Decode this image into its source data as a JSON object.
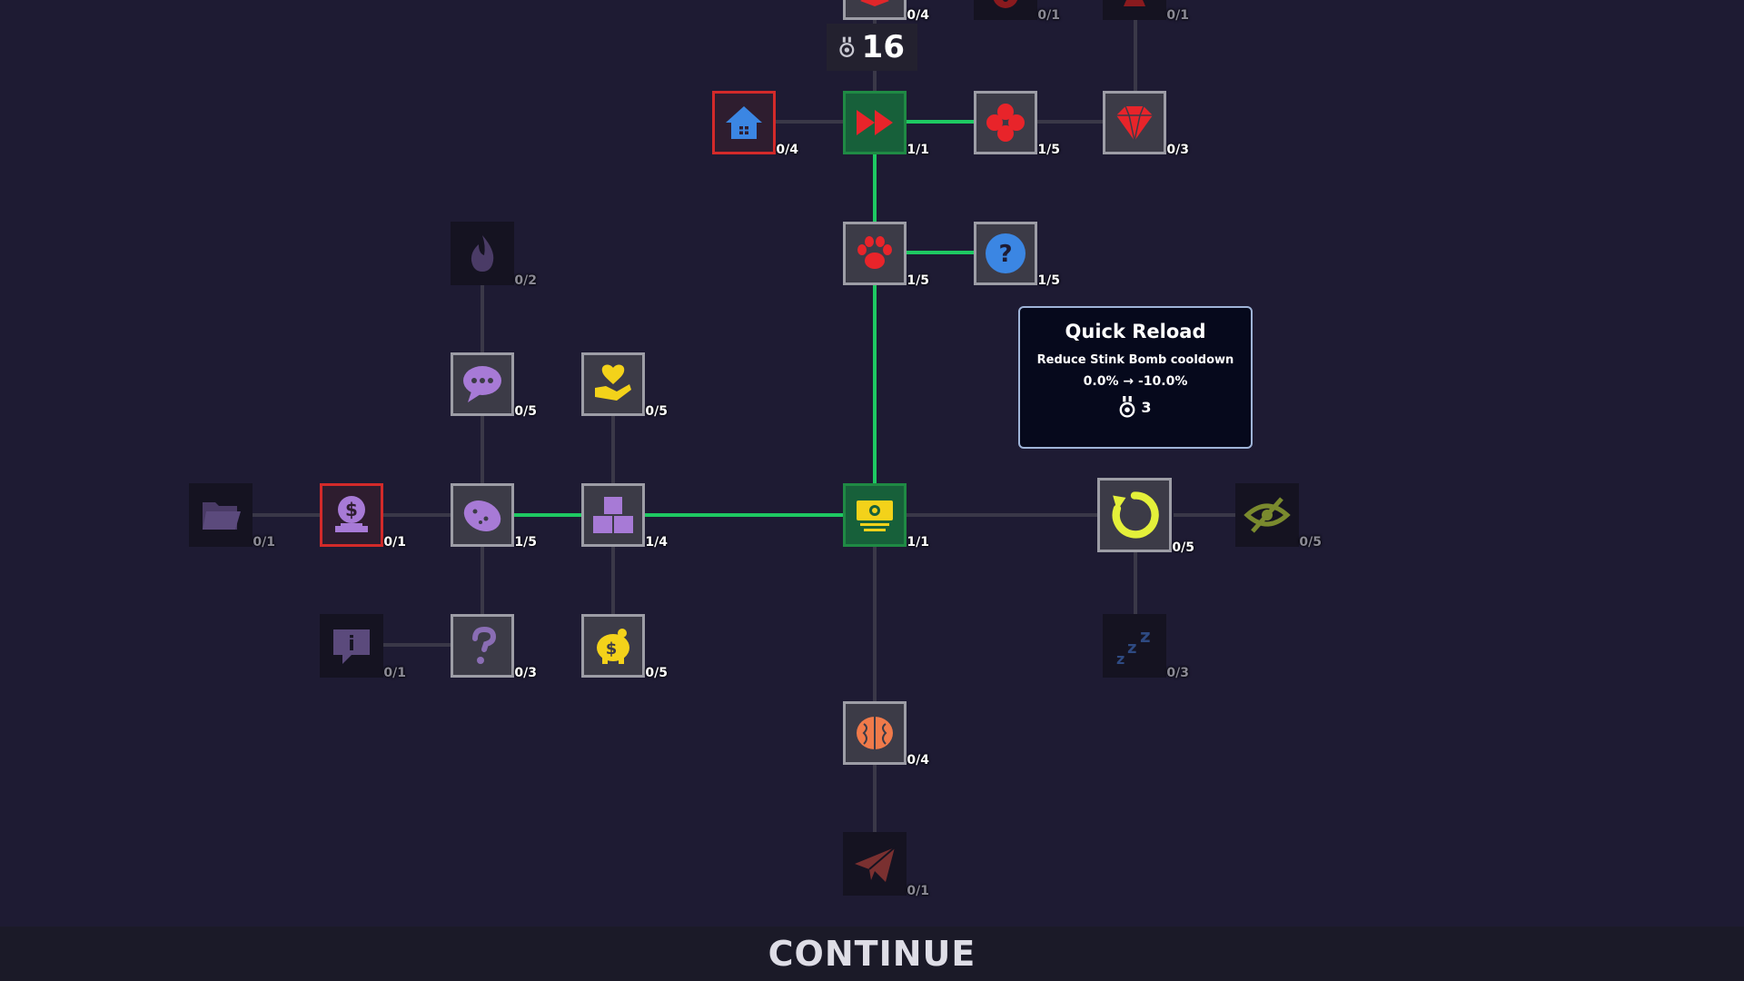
{
  "points": {
    "value": "16",
    "icon": "medal-icon"
  },
  "tooltip": {
    "title": "Quick Reload",
    "description": "Reduce Stink Bomb cooldown",
    "value": "0.0% → -10.0%",
    "cost": "3"
  },
  "continue_label": "CONTINUE",
  "nodes": {
    "top_partial_1": {
      "count": "0/4",
      "icon": "red-partial-icon"
    },
    "top_partial_2": {
      "count": "0/1",
      "icon": "red-partial-icon"
    },
    "top_partial_3": {
      "count": "0/1",
      "icon": "red-partial-icon"
    },
    "house": {
      "count": "0/4",
      "icon": "house-icon"
    },
    "fast_forward": {
      "count": "1/1",
      "icon": "fast-forward-icon"
    },
    "clover": {
      "count": "1/5",
      "icon": "clover-icon"
    },
    "gem": {
      "count": "0/3",
      "icon": "gem-icon"
    },
    "fire": {
      "count": "0/2",
      "icon": "fire-icon"
    },
    "paw": {
      "count": "1/5",
      "icon": "paw-icon"
    },
    "question": {
      "count": "1/5",
      "icon": "question-icon"
    },
    "chat": {
      "count": "0/5",
      "icon": "chat-bubble-icon"
    },
    "heart_hand": {
      "count": "0/5",
      "icon": "heart-hand-icon"
    },
    "folder": {
      "count": "0/1",
      "icon": "folder-icon"
    },
    "coin_slot": {
      "count": "0/1",
      "icon": "coin-slot-icon"
    },
    "potato": {
      "count": "1/5",
      "icon": "potato-icon"
    },
    "boxes": {
      "count": "1/4",
      "icon": "boxes-icon"
    },
    "cash": {
      "count": "1/1",
      "icon": "cash-icon"
    },
    "reload": {
      "count": "0/5",
      "icon": "reload-icon"
    },
    "eye_slash": {
      "count": "0/5",
      "icon": "eye-slash-icon"
    },
    "info": {
      "count": "0/1",
      "icon": "info-icon"
    },
    "hand_question": {
      "count": "0/3",
      "icon": "hand-question-icon"
    },
    "piggy": {
      "count": "0/5",
      "icon": "piggy-bank-icon"
    },
    "sleep": {
      "count": "0/3",
      "icon": "sleep-icon"
    },
    "brain": {
      "count": "0/4",
      "icon": "brain-icon"
    },
    "plane": {
      "count": "0/1",
      "icon": "paper-plane-icon"
    }
  }
}
